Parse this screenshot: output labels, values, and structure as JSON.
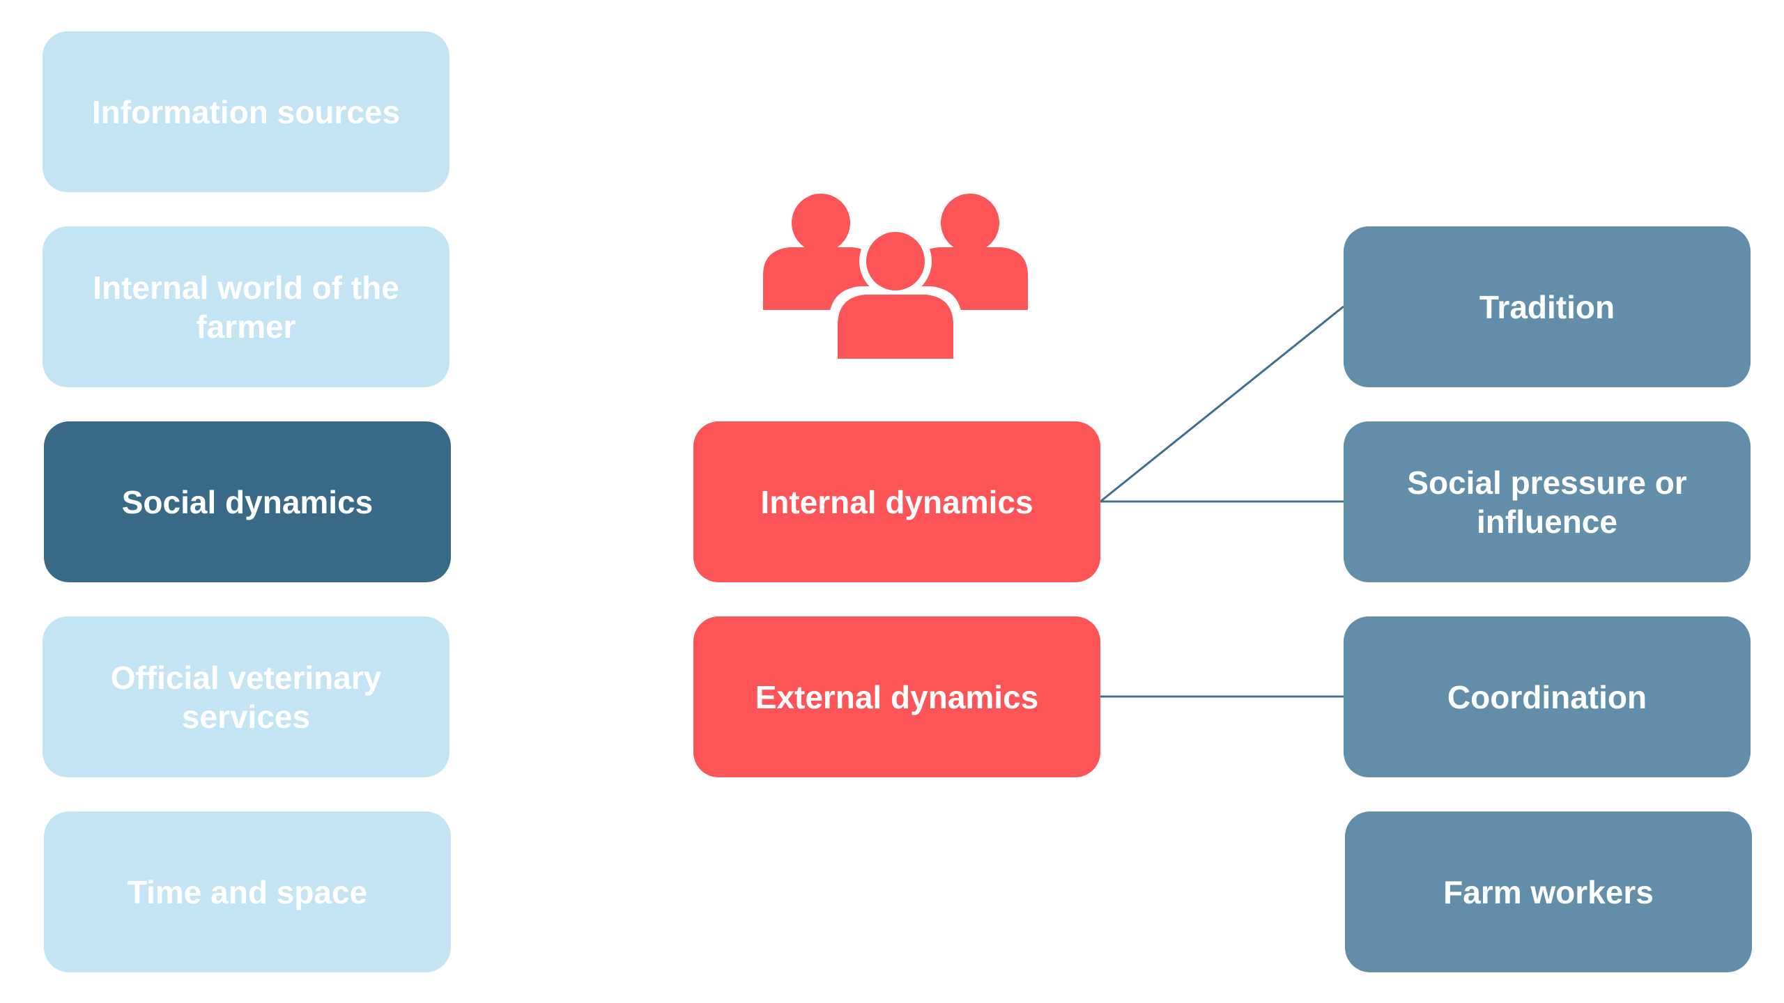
{
  "colors": {
    "faded_box": "#c4e4f4",
    "active_box": "#386987",
    "center_box": "#fd5557",
    "right_box": "#628ea9",
    "connector": "#3f6f8c",
    "icon": "#fd5557"
  },
  "left_column": [
    {
      "label": "Information sources",
      "state": "faded"
    },
    {
      "label": "Internal world of the farmer",
      "state": "faded"
    },
    {
      "label": "Social dynamics",
      "state": "active"
    },
    {
      "label": "Official veterinary services",
      "state": "faded"
    },
    {
      "label": "Time and space",
      "state": "faded"
    }
  ],
  "center_icon": "people-group-icon",
  "center_column": [
    {
      "label": "Internal dynamics"
    },
    {
      "label": "External dynamics"
    }
  ],
  "right_column": [
    {
      "label": "Tradition"
    },
    {
      "label": "Social pressure or influence"
    },
    {
      "label": "Coordination"
    },
    {
      "label": "Farm workers"
    }
  ],
  "connections": [
    {
      "from": "Internal dynamics",
      "to": "Tradition"
    },
    {
      "from": "Internal dynamics",
      "to": "Social pressure or influence"
    },
    {
      "from": "External dynamics",
      "to": "Coordination"
    }
  ]
}
